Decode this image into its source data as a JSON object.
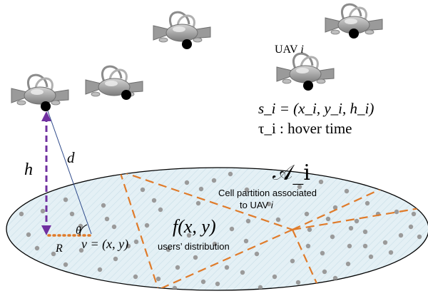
{
  "diagram": {
    "uav_label": {
      "prefix": "UAV ",
      "index": "i"
    },
    "uav_position": "s_i = (x_i, y_i, h_i)",
    "hover_time": "τ_i : hover time",
    "height_symbol": "h",
    "distance_symbol": "d",
    "partition_symbol": "𝒜_i",
    "partition_caption_line1": "Cell partition associated",
    "partition_caption_line2": {
      "prefix": "to UAV ",
      "index": "i"
    },
    "density_symbol": "f(x, y)",
    "density_caption": "users’ distribution",
    "angle_symbol": "θ",
    "radius_symbol": "R",
    "ground_point": "v = (x, y)",
    "colors": {
      "ground_fill": "#e4f0f5",
      "ground_outline": "#000000",
      "partition_lines": "#e07b2a",
      "height_arrow": "#7030a0",
      "los_line": "#2e4a8a",
      "user_dots": "#9a9a9a",
      "uav_body": "#a6a6a6"
    },
    "icons": [
      "uav-drone-icon",
      "user-dot-icon",
      "uav-anchor-dot-icon"
    ]
  }
}
